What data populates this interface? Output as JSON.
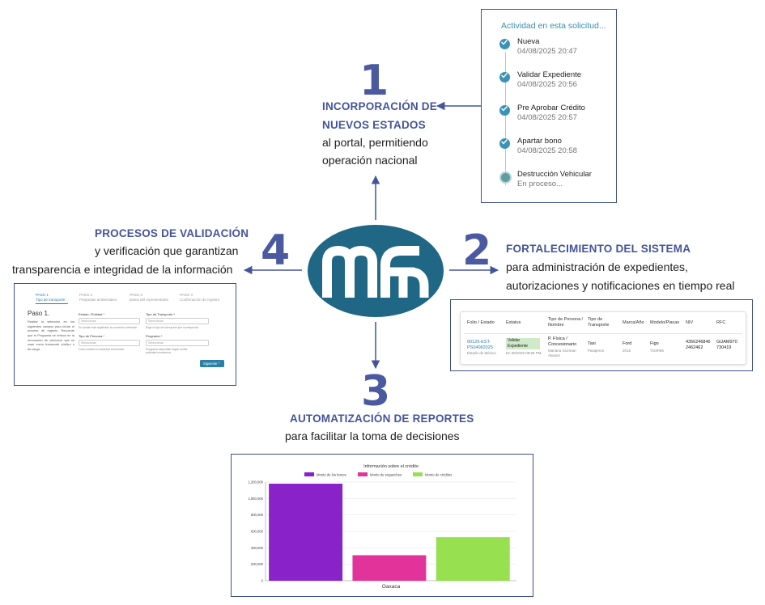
{
  "center_logo": "mf-logo",
  "step1": {
    "number": "1",
    "heading_line1": "INCORPORACIÓN DE",
    "heading_line2": "NUEVOS ESTADOS",
    "body_line1": "al portal, permitiendo",
    "body_line2": "operación nacional"
  },
  "step2": {
    "number": "2",
    "heading": "FORTALECIMIENTO DEL SISTEMA",
    "body_line1": "para administración de expedientes,",
    "body_line2": "autorizaciones y notificaciones en tiempo real"
  },
  "step3": {
    "number": "3",
    "heading": "AUTOMATIZACIÓN DE REPORTES",
    "body_line1": "para facilitar la toma de decisiones"
  },
  "step4": {
    "number": "4",
    "heading": "PROCESOS DE VALIDACIÓN",
    "body_line1": "y verificación que garantizan",
    "body_line2": "transparencia e integridad de la información"
  },
  "timeline": {
    "title": "Actividad en esta solicitud...",
    "items": [
      {
        "label": "Nueva",
        "date": "04/08/2025 20:47",
        "state": "done"
      },
      {
        "label": "Validar Expediente",
        "date": "04/08/2025 20:56",
        "state": "done"
      },
      {
        "label": "Pre Aprobar Crédito",
        "date": "04/08/2025 20:57",
        "state": "done"
      },
      {
        "label": "Apartar bono",
        "date": "04/08/2025 20:58",
        "state": "done"
      },
      {
        "label": "Destrucción Vehicular",
        "date": "En proceso...",
        "state": "progress"
      }
    ]
  },
  "table": {
    "headers": [
      "Folio / Estado",
      "Estatus",
      "Tipo de Persona / Nombre",
      "Tipo de Transporte",
      "Marca/Año",
      "Modelo/Placas",
      "NIV",
      "RFC"
    ],
    "row": {
      "folio": "00120-EST-PS04082025",
      "estado": "Estado de México",
      "estatus": "Validar Expediente",
      "estatus_date": "En 08/2025 08:58 PM",
      "persona": "P. Física / Concesionario",
      "nombre": "Mariana Guzman Álvarez",
      "transporte": "Taxi",
      "transporte_sub": "Pasajeros",
      "marca": "Ford",
      "anio": "2015",
      "modelo": "Figo",
      "placas": "TO3FB6",
      "niv": "4356246846 2462462",
      "rfc": "GUAM970 730419"
    }
  },
  "form": {
    "steps": [
      {
        "label": "PASO 1",
        "name": "Tipo de transporte",
        "active": true
      },
      {
        "label": "PASO 2",
        "name": "Preguntas ambientales",
        "active": false
      },
      {
        "label": "PASO 3",
        "name": "Datos del representante",
        "active": false
      },
      {
        "label": "PASO 4",
        "name": "Confirmación de registro",
        "active": false
      }
    ],
    "title": "Paso 1.",
    "description": "Realice la selección en los siguientes campos para iniciar el proceso de registro. Recuerde que el Programa se enfoca en la renovación de vehículos que se usan como transporte público o de carga.",
    "fields": [
      {
        "label": "Estado / Entidad *",
        "placeholder": "Seleccionar",
        "hint": "En donde está registrado la concesión vehicular"
      },
      {
        "label": "Tipo de Transporte *",
        "placeholder": "Seleccionar",
        "hint": "Elige el tipo de transporte que corresponda"
      },
      {
        "label": "Tipo de Persona *",
        "placeholder": "Seleccionar",
        "hint": "Como realiza su actividad económica"
      },
      {
        "label": "Programa *",
        "placeholder": "Seleccionar",
        "hint": "Programa disponible según recibir actividad económica"
      }
    ],
    "next_button": "Siguiente"
  },
  "chart_data": {
    "type": "bar",
    "title": "Información sobre el crédito",
    "categories": [
      "Oaxaca"
    ],
    "series": [
      {
        "name": "Monto de los bonos",
        "values": [
          1180000
        ],
        "color": "#8a22c9"
      },
      {
        "name": "Monto de enganches",
        "values": [
          310000
        ],
        "color": "#e2339a"
      },
      {
        "name": "Monto de créditos",
        "values": [
          530000
        ],
        "color": "#97e04f"
      }
    ],
    "ylim": [
      0,
      1200000
    ],
    "yticks": [
      "0",
      "200,000",
      "400,000",
      "600,000",
      "800,000",
      "1,000,000",
      "1,200,000"
    ],
    "legend": "top",
    "grid": true
  }
}
